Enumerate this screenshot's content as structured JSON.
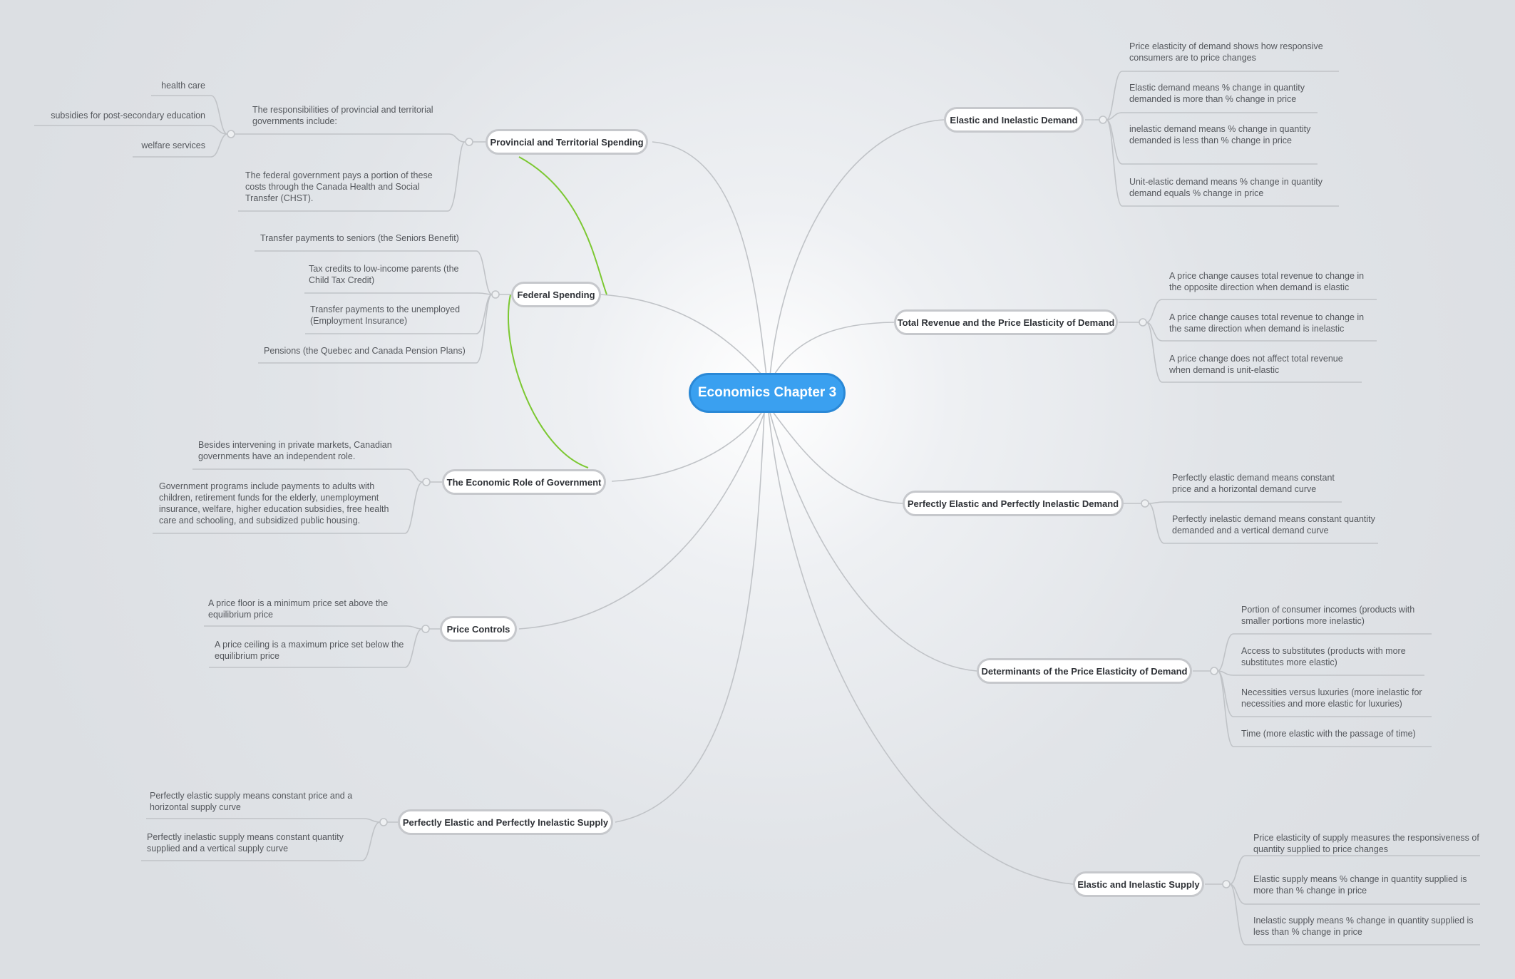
{
  "root": {
    "label": "Economics Chapter 3",
    "color": "#3aa0f0"
  },
  "colors": {
    "line": "#c0c3c7",
    "relationship": "#7cc832"
  },
  "topics": {
    "provincial": {
      "label": "Provincial and Territorial Spending",
      "intro": "The responsibilities of provincial and territorial governments include:",
      "items": [
        "health care",
        "subsidies for post-secondary education",
        "welfare services"
      ],
      "chst": "The federal government pays a portion of these costs through the Canada Health and Social Transfer (CHST)."
    },
    "federal": {
      "label": "Federal Spending",
      "items": [
        "Transfer payments to seniors (the Seniors Benefit)",
        "Tax credits to low-income parents (the Child Tax Credit)",
        "Transfer payments to the unemployed (Employment Insurance)",
        "Pensions (the Quebec and Canada Pension Plans)"
      ]
    },
    "role": {
      "label": "The Economic Role of Government",
      "items": [
        "Besides intervening in private markets, Canadian governments have an independent role.",
        "Government programs include payments to adults with children, retirement funds for the elderly, unemployment insurance, welfare, higher education subsidies, free health care and schooling, and subsidized public housing."
      ]
    },
    "price_controls": {
      "label": "Price Controls",
      "items": [
        "A price floor is a minimum price set above the equilibrium price",
        "A price ceiling is a maximum price set below the equilibrium price"
      ]
    },
    "pe_supply": {
      "label": "Perfectly Elastic and Perfectly Inelastic Supply",
      "items": [
        "Perfectly elastic supply means constant price and a horizontal supply curve",
        "Perfectly inelastic supply means constant quantity supplied and a vertical supply curve"
      ]
    },
    "elastic_demand": {
      "label": "Elastic and Inelastic Demand",
      "items": [
        "Price elasticity of demand shows how responsive consumers are to price changes",
        "Elastic demand means % change in quantity demanded is more than % change in price",
        "inelastic demand means % change in quantity demanded is less than % change in price",
        "Unit-elastic demand means % change in quantity demand equals % change in price"
      ]
    },
    "total_revenue": {
      "label": "Total Revenue and the Price Elasticity of Demand",
      "items": [
        "A price change causes total revenue to change in the opposite direction when demand is elastic",
        "A price change causes total revenue to change in the same direction when demand is inelastic",
        "A price change does not affect total revenue when demand is unit-elastic"
      ]
    },
    "pe_demand": {
      "label": "Perfectly Elastic and Perfectly Inelastic Demand",
      "items": [
        "Perfectly elastic demand means constant price and a horizontal demand curve",
        "Perfectly inelastic demand means constant quantity demanded and a vertical demand curve"
      ]
    },
    "determinants": {
      "label": "Determinants of the Price Elasticity of Demand",
      "items": [
        "Portion of consumer incomes (products with smaller portions more inelastic)",
        "Access to substitutes (products with more substitutes more elastic)",
        "Necessities versus luxuries (more inelastic for necessities and more elastic for luxuries)",
        "Time (more elastic with the passage of time)"
      ]
    },
    "elastic_supply": {
      "label": "Elastic and Inelastic Supply",
      "items": [
        "Price elasticity of supply measures the responsiveness of quantity supplied to price changes",
        "Elastic supply means % change in quantity supplied is more than % change in price",
        "Inelastic supply means % change in quantity supplied is less than % change in price"
      ]
    }
  }
}
